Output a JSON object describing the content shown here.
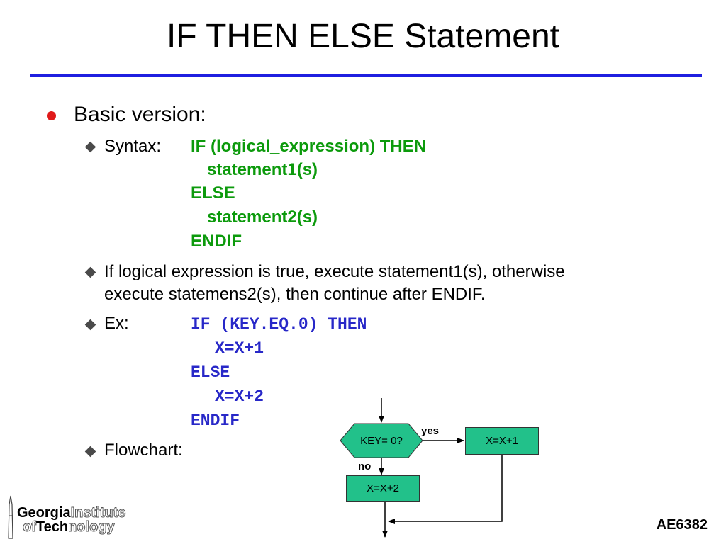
{
  "slide": {
    "title": "IF THEN ELSE Statement",
    "bullet1": "Basic version:",
    "syntax_label": "Syntax:",
    "syntax_lines": [
      "IF (logical_expression) THEN",
      "statement1(s)",
      "ELSE",
      "statement2(s)",
      "ENDIF"
    ],
    "desc_line1": "If logical expression is true, execute statement1(s), otherwise",
    "desc_line2": "execute statemens2(s), then continue after ENDIF.",
    "ex_label": "Ex:",
    "ex_lines": [
      "IF (KEY.EQ.0) THEN",
      "X=X+1",
      "ELSE",
      "X=X+2",
      "ENDIF"
    ],
    "flowchart_label": "Flowchart:"
  },
  "flowchart": {
    "decision": "KEY= 0?",
    "yes_label": "yes",
    "no_label": "no",
    "box_yes": "X=X+1",
    "box_no": "X=X+2"
  },
  "footer": {
    "logo_georgia": "Georgia",
    "logo_institute": "Institute",
    "logo_of": "of",
    "logo_tech": "Tech",
    "logo_nology": "nology",
    "course": "AE6382"
  },
  "colors": {
    "title_rule": "#1f1fe0",
    "bullet": "#e01a1a",
    "syntax_code": "#0c9a0c",
    "example_code": "#2828c8",
    "flow_box": "#22c18a"
  }
}
